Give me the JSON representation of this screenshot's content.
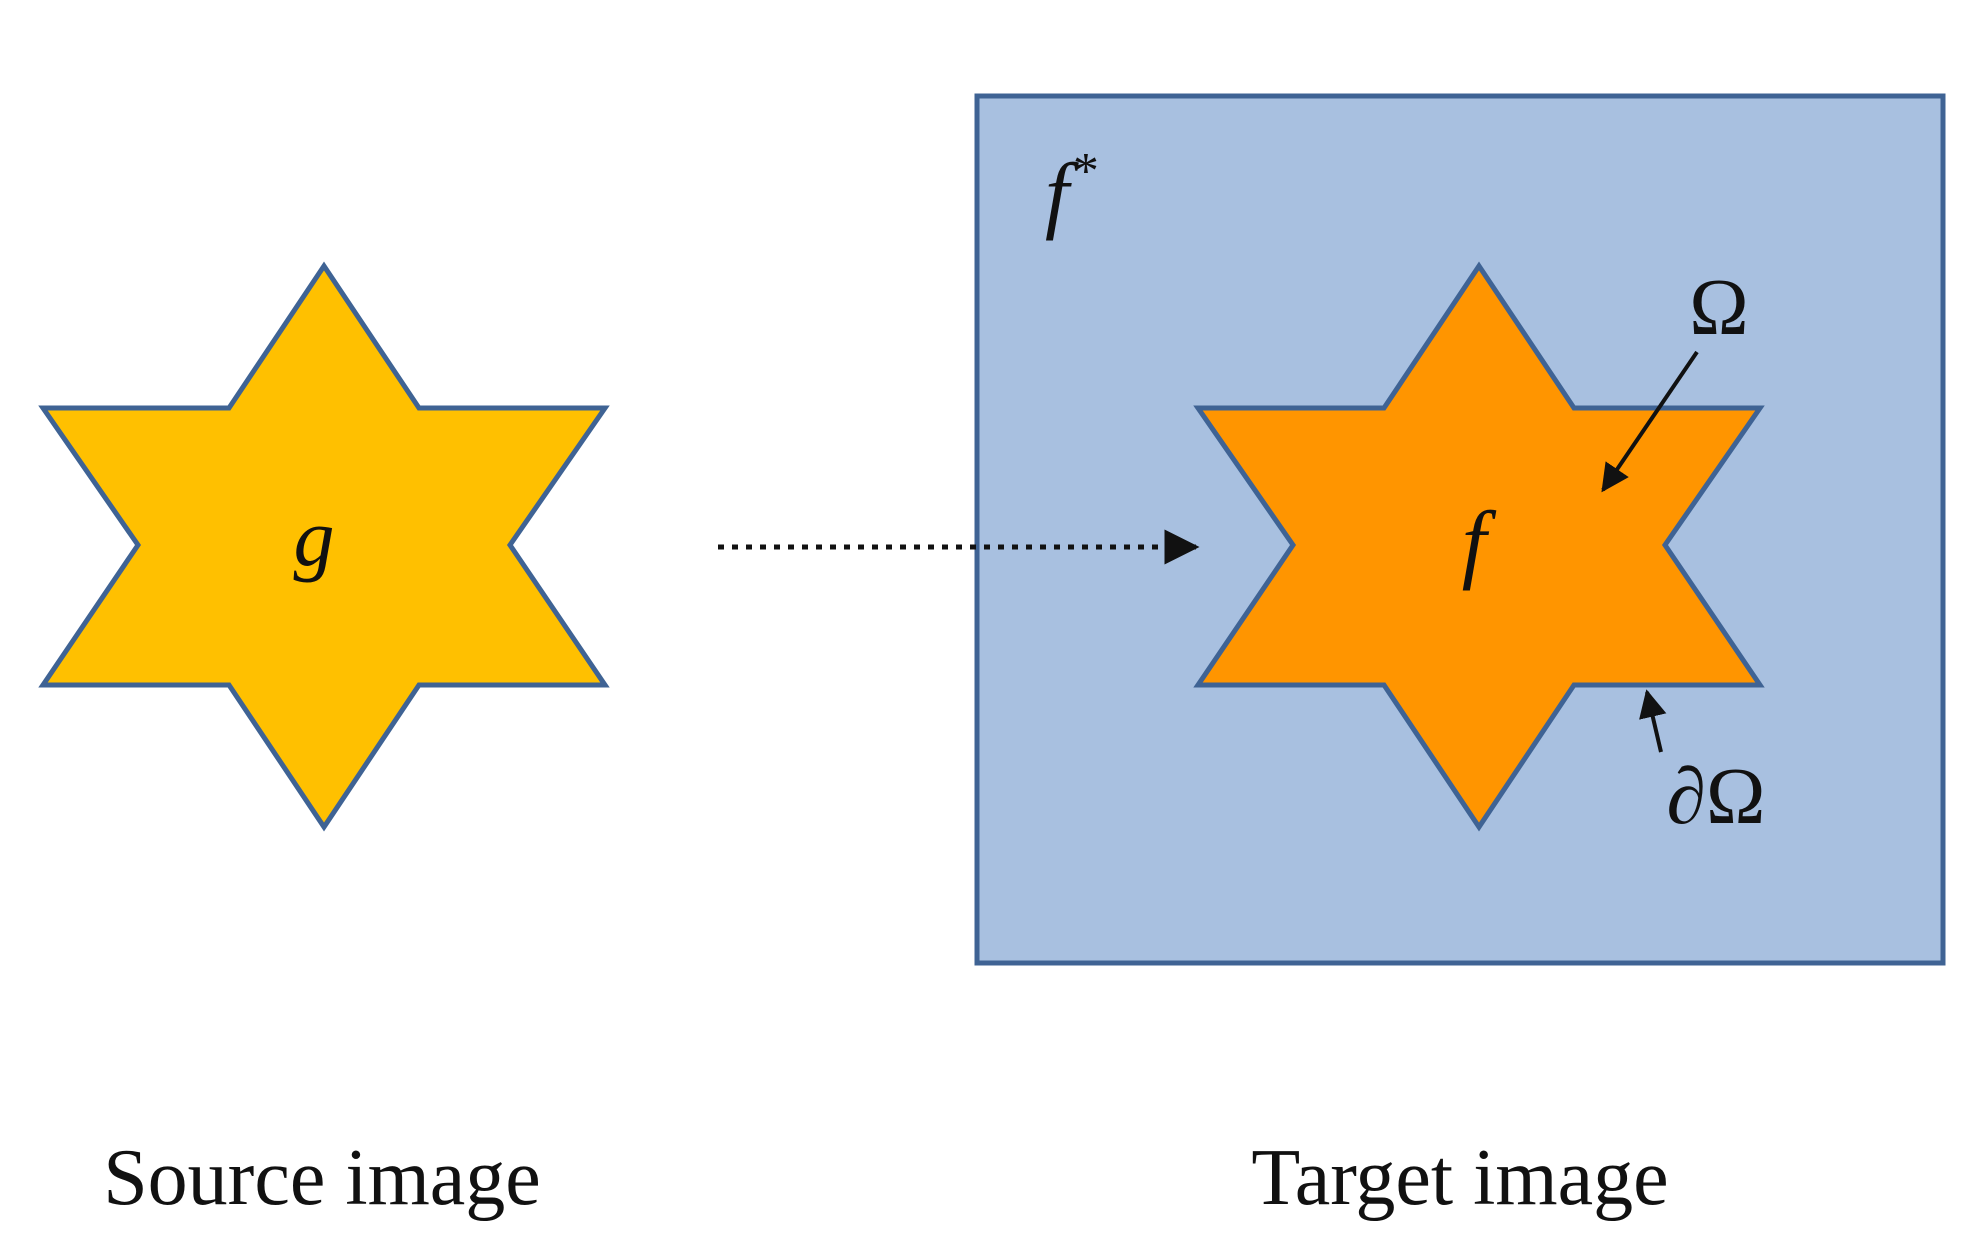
{
  "colors": {
    "background": "#ffffff",
    "source_star_fill": "#ffc000",
    "target_star_fill": "#ff9500",
    "target_image_fill": "#a8c0e0",
    "outline": "#3f6394",
    "text": "#111111"
  },
  "source": {
    "region_label": "g",
    "caption": "Source image"
  },
  "target": {
    "background_label": "f",
    "background_label_superscript": "*",
    "region_label": "f",
    "domain_label": "Ω",
    "boundary_label": "∂Ω",
    "caption": "Target image"
  }
}
